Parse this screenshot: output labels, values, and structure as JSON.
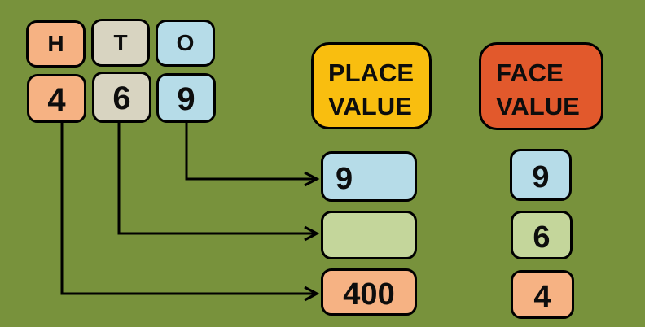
{
  "colors": {
    "background": "#78923C",
    "peach": "#F6B283",
    "tan": "#D8D4C1",
    "light_blue": "#B6DCE8",
    "light_green": "#C4D69B",
    "yellow": "#F9BE0F",
    "orange_red": "#E2592C",
    "outline": "#000000"
  },
  "number_grid": {
    "column_labels": [
      {
        "label": "H",
        "color": "#F6B283"
      },
      {
        "label": "T",
        "color": "#D8D4C1"
      },
      {
        "label": "O",
        "color": "#B6DCE8"
      }
    ],
    "digits": [
      {
        "label": "4",
        "color": "#F6B283"
      },
      {
        "label": "6",
        "color": "#D8D4C1"
      },
      {
        "label": "9",
        "color": "#B6DCE8"
      }
    ]
  },
  "place_value_column": {
    "header_line1": "PLACE",
    "header_line2": "VALUE",
    "header_color": "#F9BE0F",
    "items": [
      {
        "value": "9",
        "color": "#B6DCE8"
      },
      {
        "value": "",
        "color": "#C4D69B"
      },
      {
        "value": "400",
        "color": "#F6B283"
      }
    ]
  },
  "face_value_column": {
    "header_line1": "FACE",
    "header_line2": "VALUE",
    "header_color": "#E2592C",
    "items": [
      {
        "value": "9",
        "color": "#B6DCE8"
      },
      {
        "value": "6",
        "color": "#C4D69B"
      },
      {
        "value": "4",
        "color": "#F6B283"
      }
    ]
  },
  "arrows": [
    {
      "from": "digit-9",
      "to": "place-value-9"
    },
    {
      "from": "digit-6",
      "to": "place-value-blank"
    },
    {
      "from": "digit-4",
      "to": "place-value-400"
    }
  ]
}
